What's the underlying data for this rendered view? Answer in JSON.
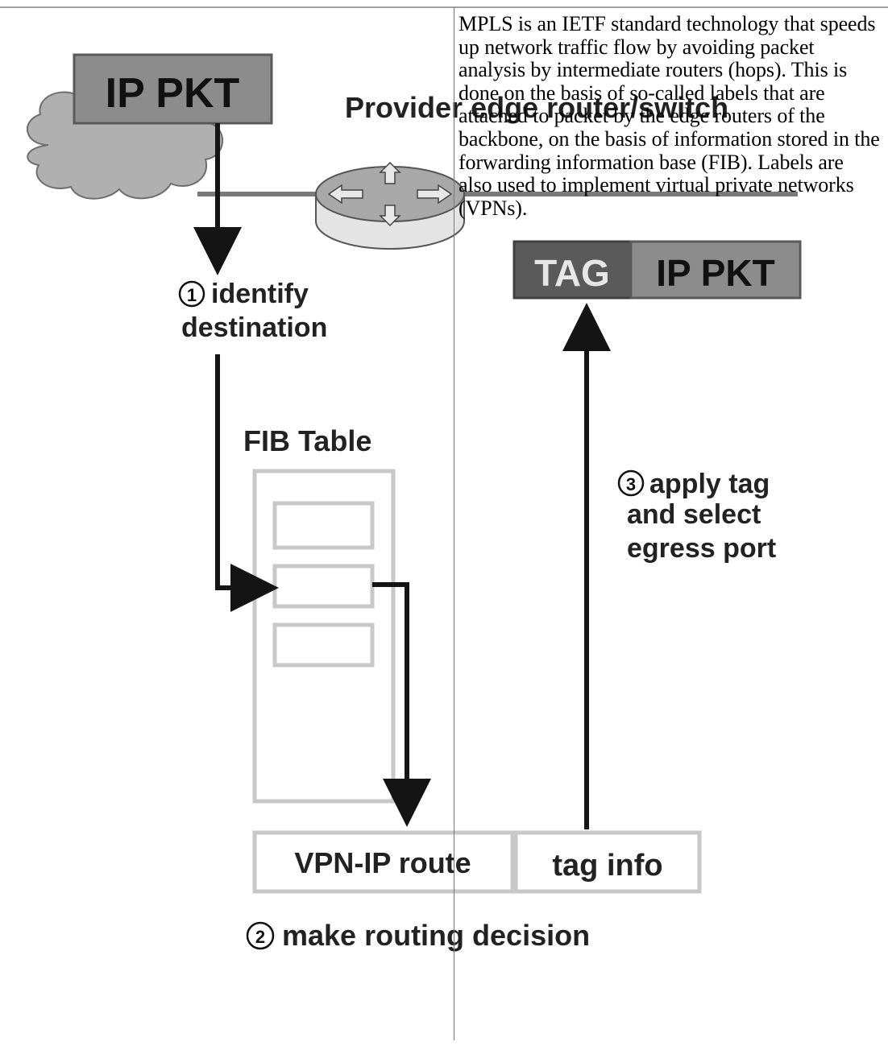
{
  "caption": "MPLS is an IETF standard technology that speeds up network traffic flow by avoiding packet analysis by intermediate routers (hops). This is done on the basis of so-called labels that are attached to packet by the edge routers of the backbone, on the basis of information stored in the forwarding information base (FIB). Labels are also used to implement virtual private networks (VPNs).",
  "diagram": {
    "ip_pkt_in": "IP PKT",
    "router_label": "Provider edge router/switch",
    "tag": "TAG",
    "ip_pkt_out": "IP PKT",
    "step1_num": "1",
    "step1_line1": "identify",
    "step1_line2": "destination",
    "fib_title": "FIB Table",
    "step3_num": "3",
    "step3_line1": "apply tag",
    "step3_line2": "and select",
    "step3_line3": "egress port",
    "vpn_route": "VPN-IP route",
    "tag_info": "tag info",
    "step2_num": "2",
    "step2_text": "make routing decision"
  },
  "colors": {
    "pkt_fill": "#8c8c8c",
    "tag_fill": "#5a5a5a",
    "box_outline": "#c8c8c8",
    "cloud_fill": "#b0b0b0",
    "arrow": "#141414"
  }
}
